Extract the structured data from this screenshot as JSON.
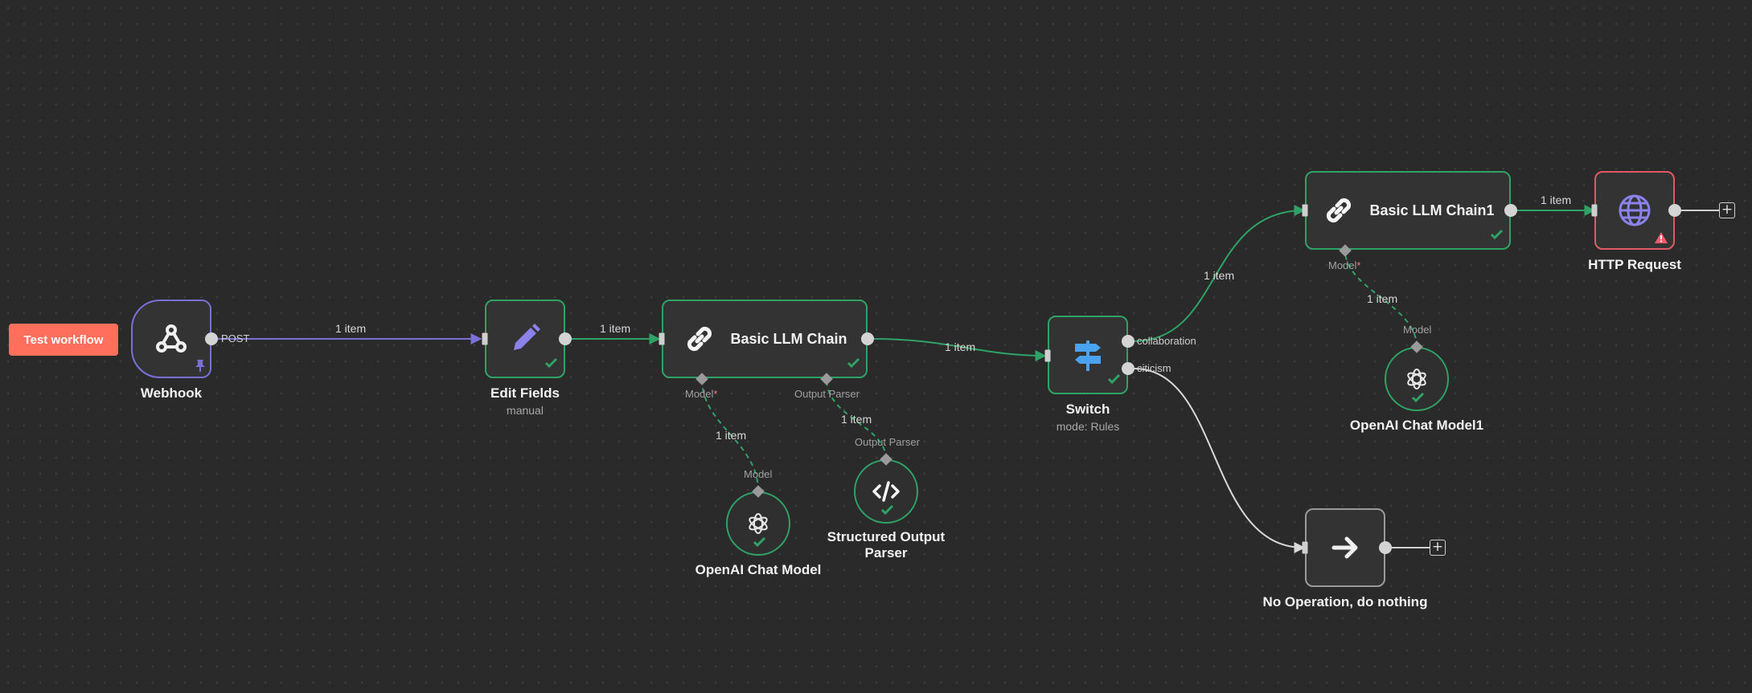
{
  "toolbar": {
    "test_workflow_label": "Test workflow"
  },
  "nodes": {
    "webhook": {
      "title": "Webhook",
      "output_label": "POST"
    },
    "edit_fields": {
      "title": "Edit Fields",
      "subtitle": "manual"
    },
    "llm_chain": {
      "title": "Basic LLM Chain",
      "model_port": "Model",
      "parser_port": "Output Parser",
      "required_mark": "*"
    },
    "openai_model": {
      "title": "OpenAI Chat Model",
      "port_label": "Model"
    },
    "output_parser": {
      "title": "Structured Output Parser",
      "port_label": "Output Parser"
    },
    "switch": {
      "title": "Switch",
      "subtitle": "mode: Rules",
      "output_1": "collaboration",
      "output_2": "citicism"
    },
    "llm_chain1": {
      "title": "Basic LLM Chain1",
      "model_port": "Model",
      "required_mark": "*"
    },
    "openai_model1": {
      "title": "OpenAI Chat Model1",
      "port_label": "Model"
    },
    "http_request": {
      "title": "HTTP Request"
    },
    "noop": {
      "title": "No Operation, do nothing"
    }
  },
  "edges": {
    "webhook_edit": "1 item",
    "edit_chain": "1 item",
    "chain_switch": "1 item",
    "model_chain": "1 item",
    "parser_chain": "1 item",
    "switch_chain1": "1 item",
    "model1_chain1": "1 item",
    "chain1_http": "1 item"
  },
  "colors": {
    "canvas": "#2a2a2a",
    "success": "#2fa366",
    "trigger": "#7b70d8",
    "error": "#e05a66",
    "button": "#ff6f5c"
  },
  "icons": {
    "webhook": "webhook-icon",
    "edit_fields": "pencil-icon",
    "llm_chain": "link-icon",
    "openai": "openai-icon",
    "parser": "code-icon",
    "switch": "signpost-icon",
    "http": "globe-icon",
    "noop": "arrow-right-icon"
  }
}
